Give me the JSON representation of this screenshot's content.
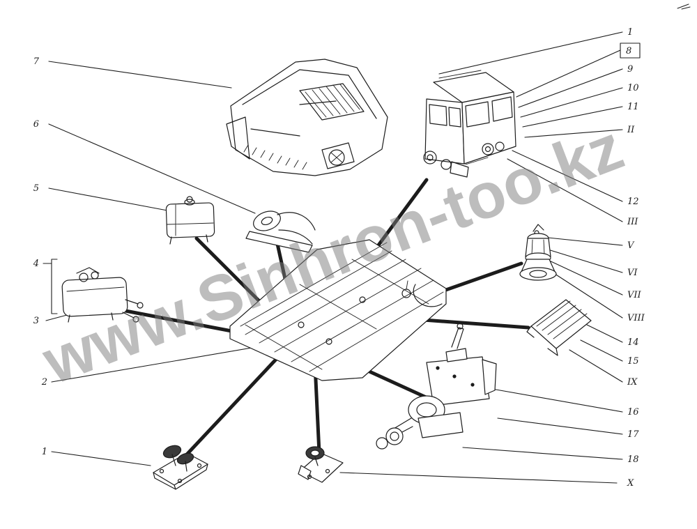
{
  "diagram": {
    "watermark": "www.Sinhron-too.kz"
  },
  "callouts_left": [
    {
      "label": "7"
    },
    {
      "label": "6"
    },
    {
      "label": "5"
    },
    {
      "label": "4"
    },
    {
      "label": "3"
    },
    {
      "label": "2"
    },
    {
      "label": "1"
    }
  ],
  "callouts_right": [
    {
      "label": "1"
    },
    {
      "label": "8"
    },
    {
      "label": "9"
    },
    {
      "label": "10"
    },
    {
      "label": "11"
    },
    {
      "label": "II"
    },
    {
      "label": "12"
    },
    {
      "label": "III"
    },
    {
      "label": "V"
    },
    {
      "label": "VI"
    },
    {
      "label": "VII"
    },
    {
      "label": "VIII"
    },
    {
      "label": "14"
    },
    {
      "label": "15"
    },
    {
      "label": "IX"
    },
    {
      "label": "16"
    },
    {
      "label": "17"
    },
    {
      "label": "18"
    },
    {
      "label": "X"
    }
  ]
}
